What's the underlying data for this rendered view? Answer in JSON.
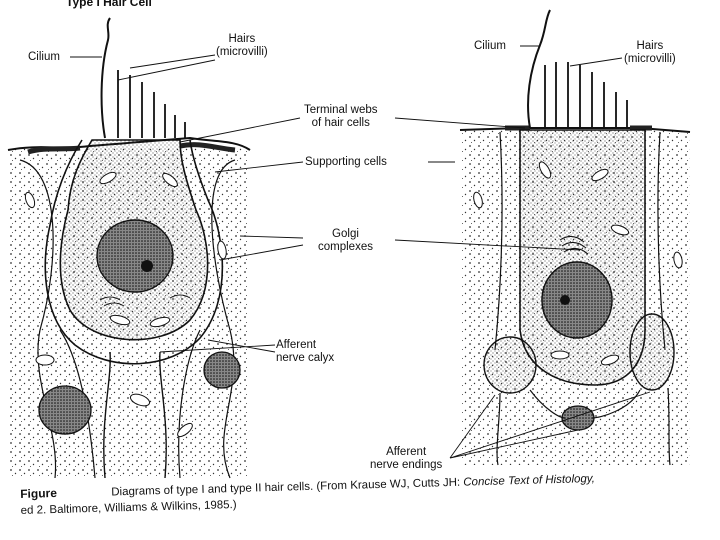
{
  "figure": {
    "title_left": "Type I Hair Cell",
    "labels": {
      "cilium_left": "Cilium",
      "cilium_right": "Cilium",
      "hairs_left": "Hairs\n(microvilli)",
      "hairs_right": "Hairs\n(microvilli)",
      "terminal_webs": "Terminal webs\nof hair cells",
      "supporting_cells": "Supporting cells",
      "golgi": "Golgi\ncomplexes",
      "afferent_calyx": "Afferent\nnerve calyx",
      "afferent_endings": "Afferent\nnerve endings"
    },
    "caption": {
      "prefix": "Figure",
      "text1": "Diagrams of type I and type II hair cells. (From Krause WJ, Cutts JH: ",
      "italic": "Concise Text of Histology,",
      "text2": "ed 2. Baltimore, Williams & Wilkins, 1985.)"
    }
  },
  "colors": {
    "ink": "#111111",
    "paper": "#ffffff",
    "stipple": "#333333"
  }
}
